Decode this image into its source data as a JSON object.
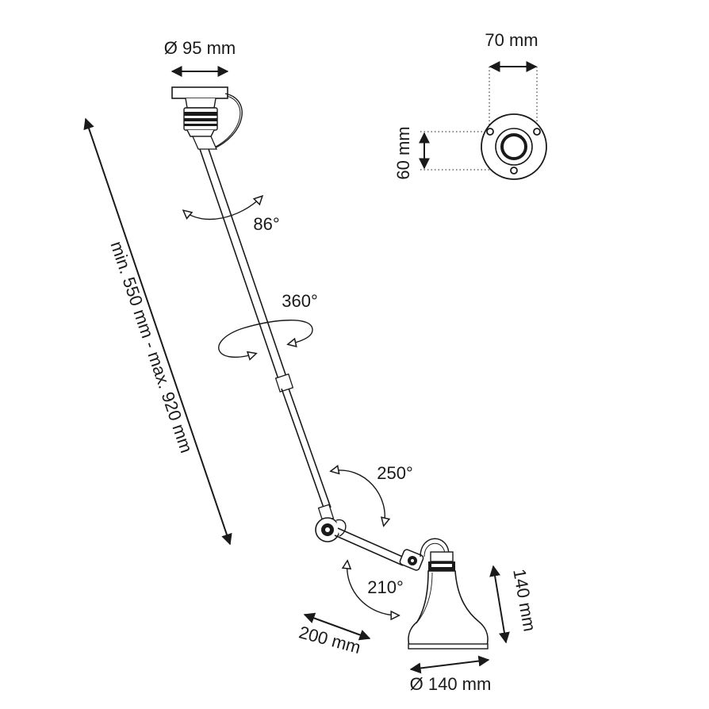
{
  "labels": {
    "canopy_diameter": "Ø 95 mm",
    "mount_width": "70 mm",
    "mount_height": "60 mm",
    "rotation_top": "86°",
    "rotation_full": "360°",
    "length_range": "min. 550 mm - max. 920 mm",
    "elbow_angle": "250°",
    "shade_angle": "210°",
    "short_arm": "200 mm",
    "shade_height": "140 mm",
    "shade_diameter": "Ø 140 mm"
  },
  "colors": {
    "ink": "#1a1a1a",
    "background": "#ffffff"
  },
  "icons": [
    "double-arrow",
    "rotation-arrow",
    "mounting-plate",
    "lamp-shade"
  ]
}
